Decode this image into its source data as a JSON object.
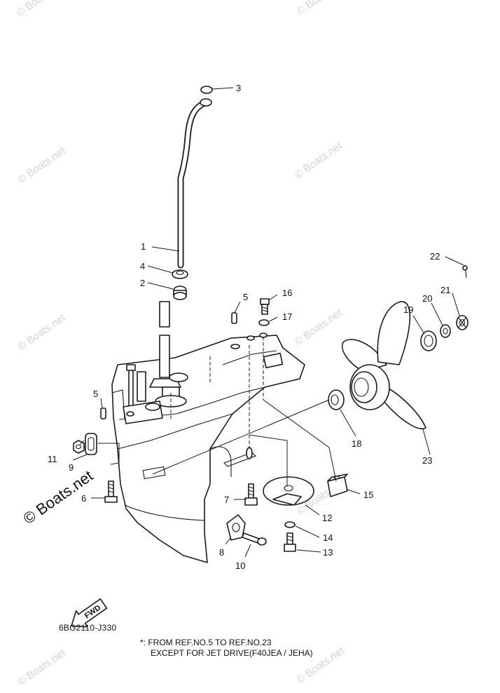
{
  "callouts": {
    "c1": "1",
    "c2": "2",
    "c3": "3",
    "c4": "4",
    "c5a": "5",
    "c5b": "5",
    "c6": "6",
    "c7": "7",
    "c8": "8",
    "c9": "9",
    "c10": "10",
    "c11": "11",
    "c12": "12",
    "c13": "13",
    "c14": "14",
    "c15": "15",
    "c16": "16",
    "c17": "17",
    "c18": "18",
    "c19": "19",
    "c20": "20",
    "c21": "21",
    "c22": "22",
    "c23": "23"
  },
  "watermark": "© Boats.net",
  "fwd_label": "FWD",
  "diagram_code": "6BG2110-J330",
  "note": {
    "line1": "*: FROM REF.NO.5 TO REF.NO.23",
    "line2": "EXCEPT FOR JET DRIVE(F40JEA / JEHA)"
  },
  "colors": {
    "line": "#1a1a1a",
    "watermark": "#d3d3d3",
    "background": "#ffffff"
  }
}
